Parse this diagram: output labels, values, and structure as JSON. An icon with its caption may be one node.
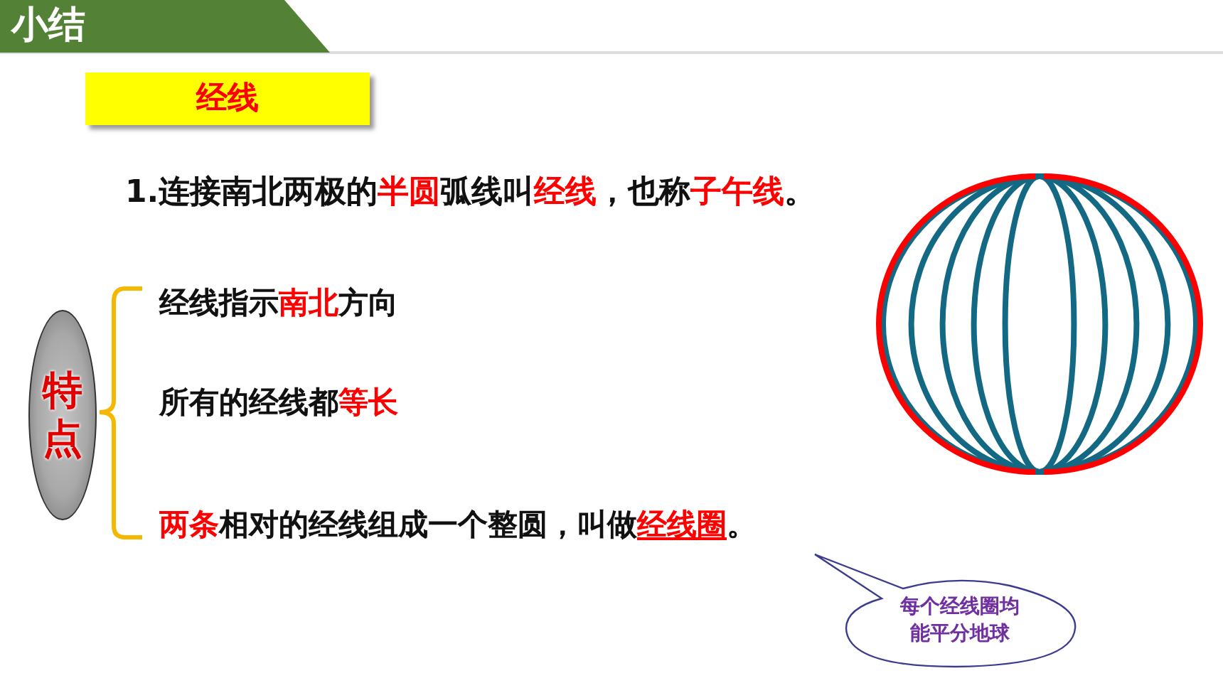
{
  "diagram": {
    "title": "小结",
    "nodes": [
      {
        "text": [
          "经线"
        ]
      },
      {
        "text": [
          "特点"
        ]
      },
      {
        "text": [
          "经线指示**南北**方向"
        ]
      },
      {
        "text": [
          "所有的经线都**等长**"
        ]
      },
      {
        "text": [
          "**两条**相对的经线组成一个整圆，叫做**经线圈**。"
        ]
      },
      {
        "text": [
          "每个经线圈均能平分地球"
        ]
      }
    ],
    "labels": [
      "1.连接南北两极的**半圆**弧线叫**经线**，也称**子午线**。"
    ]
  }
}
